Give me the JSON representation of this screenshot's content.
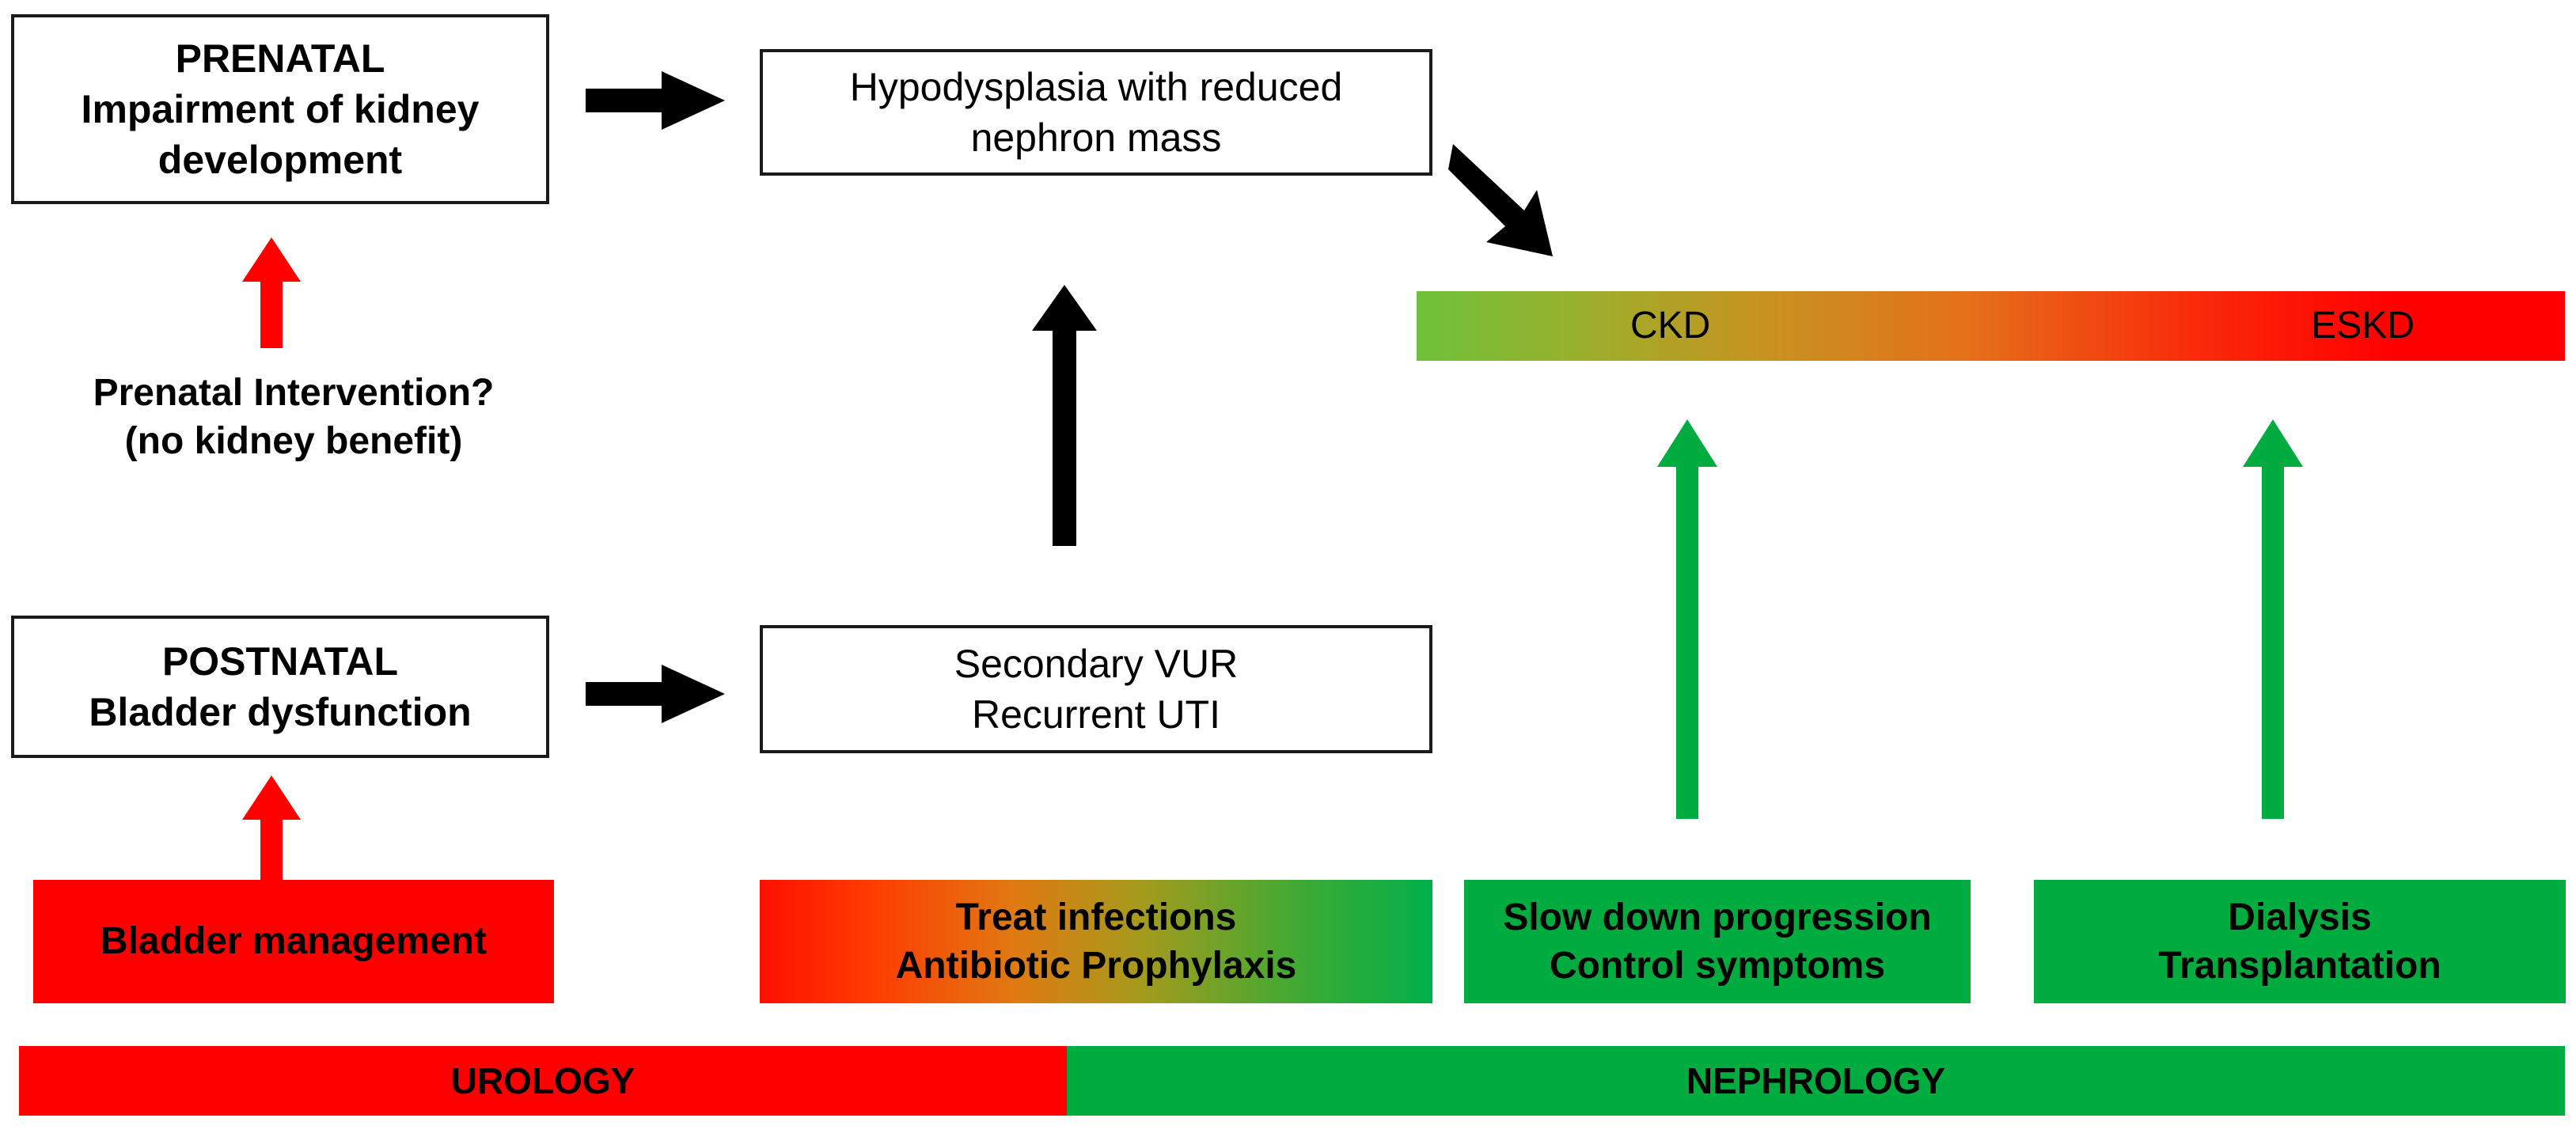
{
  "diagram": {
    "title": "Prenatal and postnatal pathway from kidney impairment to CKD/ESKD with urology and nephrology management",
    "colors": {
      "red": "#ff0000",
      "green": "#00ac40",
      "black": "#000000",
      "box_border": "#1a1a1a",
      "gradient_green": "#6fc13a",
      "gradient_orange": "#e5701a"
    }
  },
  "nodes": {
    "prenatal": {
      "heading": "PRENATAL",
      "line1": "Impairment of kidney",
      "line2": "development"
    },
    "hypodysplasia": {
      "line1": "Hypodysplasia with reduced",
      "line2": "nephron mass"
    },
    "prenatal_intervention": {
      "line1": "Prenatal Intervention?",
      "line2": "(no kidney benefit)"
    },
    "postnatal": {
      "heading": "POSTNATAL",
      "line1": "Bladder dysfunction"
    },
    "vur": {
      "line1": "Secondary VUR",
      "line2": "Recurrent UTI"
    },
    "disease_bar": {
      "start_label": "CKD",
      "end_label": "ESKD"
    },
    "bladder_management": {
      "line1": "Bladder management"
    },
    "treat_infections": {
      "line1": "Treat infections",
      "line2": "Antibiotic Prophylaxis"
    },
    "slow_progression": {
      "line1": "Slow down progression",
      "line2": "Control symptoms"
    },
    "dialysis": {
      "line1": "Dialysis",
      "line2": "Transplantation"
    }
  },
  "specialty_bar": {
    "urology": "UROLOGY",
    "nephrology": "NEPHROLOGY"
  }
}
